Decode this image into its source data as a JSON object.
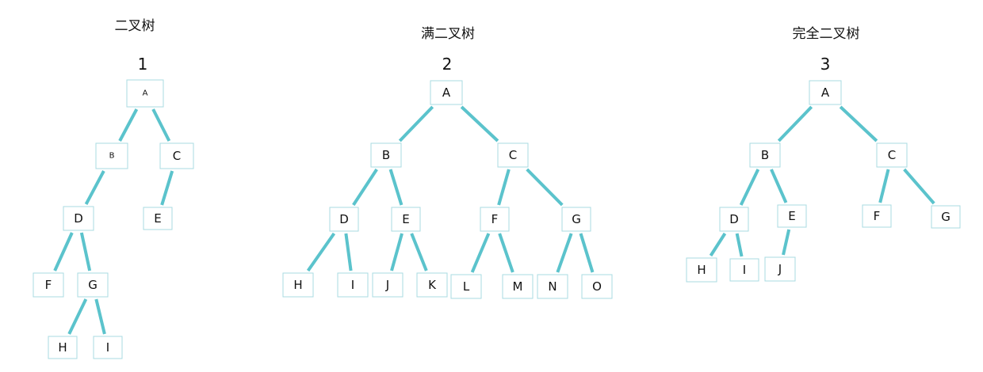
{
  "colors": {
    "edge": "#5bc3cc",
    "node_border": "#a8dbe2",
    "text": "#111111"
  },
  "trees": [
    {
      "id": "tree-1",
      "caption": "二叉树",
      "number": "1",
      "nodes": [
        {
          "id": "A",
          "label": "A"
        },
        {
          "id": "B",
          "label": "B"
        },
        {
          "id": "C",
          "label": "C"
        },
        {
          "id": "D",
          "label": "D"
        },
        {
          "id": "E",
          "label": "E"
        },
        {
          "id": "F",
          "label": "F"
        },
        {
          "id": "G",
          "label": "G"
        },
        {
          "id": "H",
          "label": "H"
        },
        {
          "id": "I",
          "label": "I"
        }
      ],
      "edges": [
        [
          "A",
          "B"
        ],
        [
          "A",
          "C"
        ],
        [
          "B",
          "D"
        ],
        [
          "C",
          "E"
        ],
        [
          "D",
          "F"
        ],
        [
          "D",
          "G"
        ],
        [
          "G",
          "H"
        ],
        [
          "G",
          "I"
        ]
      ]
    },
    {
      "id": "tree-2",
      "caption": "满二叉树",
      "number": "2",
      "nodes": [
        {
          "id": "A",
          "label": "A"
        },
        {
          "id": "B",
          "label": "B"
        },
        {
          "id": "C",
          "label": "C"
        },
        {
          "id": "D",
          "label": "D"
        },
        {
          "id": "E",
          "label": "E"
        },
        {
          "id": "F",
          "label": "F"
        },
        {
          "id": "G",
          "label": "G"
        },
        {
          "id": "H",
          "label": "H"
        },
        {
          "id": "I",
          "label": "I"
        },
        {
          "id": "J",
          "label": "J"
        },
        {
          "id": "K",
          "label": "K"
        },
        {
          "id": "L",
          "label": "L"
        },
        {
          "id": "M",
          "label": "M"
        },
        {
          "id": "N",
          "label": "N"
        },
        {
          "id": "O",
          "label": "O"
        }
      ],
      "edges": [
        [
          "A",
          "B"
        ],
        [
          "A",
          "C"
        ],
        [
          "B",
          "D"
        ],
        [
          "B",
          "E"
        ],
        [
          "C",
          "F"
        ],
        [
          "C",
          "G"
        ],
        [
          "D",
          "H"
        ],
        [
          "D",
          "I"
        ],
        [
          "E",
          "J"
        ],
        [
          "E",
          "K"
        ],
        [
          "F",
          "L"
        ],
        [
          "F",
          "M"
        ],
        [
          "G",
          "N"
        ],
        [
          "G",
          "O"
        ]
      ]
    },
    {
      "id": "tree-3",
      "caption": "完全二叉树",
      "number": "3",
      "nodes": [
        {
          "id": "A",
          "label": "A"
        },
        {
          "id": "B",
          "label": "B"
        },
        {
          "id": "C",
          "label": "C"
        },
        {
          "id": "D",
          "label": "D"
        },
        {
          "id": "E",
          "label": "E"
        },
        {
          "id": "F",
          "label": "F"
        },
        {
          "id": "G",
          "label": "G"
        },
        {
          "id": "H",
          "label": "H"
        },
        {
          "id": "I",
          "label": "I"
        },
        {
          "id": "J",
          "label": "J"
        }
      ],
      "edges": [
        [
          "A",
          "B"
        ],
        [
          "A",
          "C"
        ],
        [
          "B",
          "D"
        ],
        [
          "B",
          "E"
        ],
        [
          "C",
          "F"
        ],
        [
          "C",
          "G"
        ],
        [
          "D",
          "H"
        ],
        [
          "D",
          "I"
        ],
        [
          "E",
          "J"
        ]
      ]
    }
  ]
}
